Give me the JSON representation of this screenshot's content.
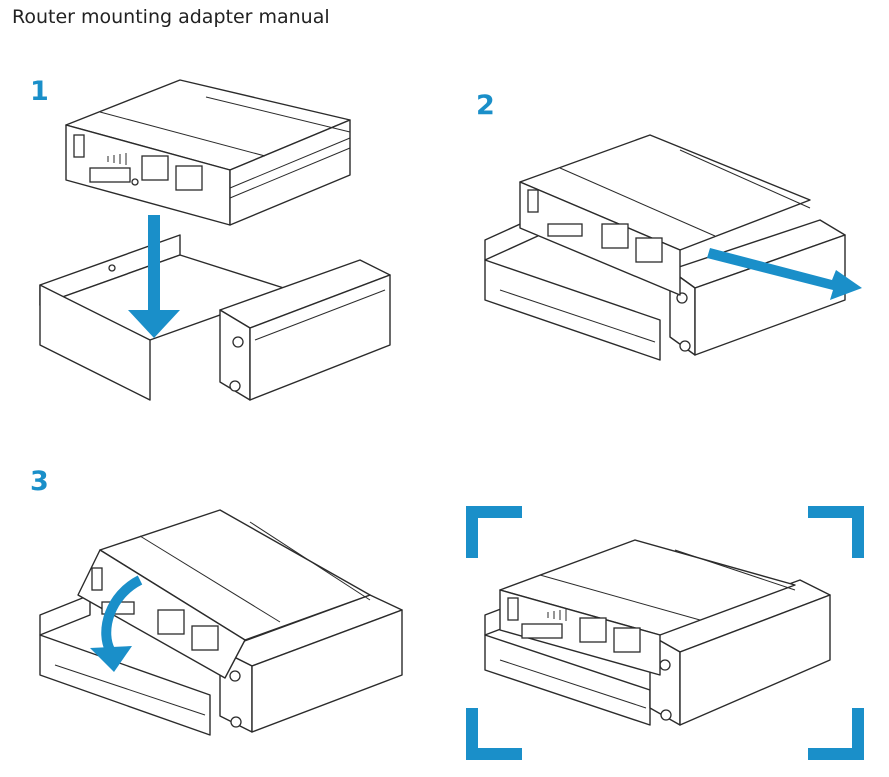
{
  "page": {
    "title": "Router mounting adapter manual"
  },
  "steps": [
    {
      "number": "1",
      "arrow": "down"
    },
    {
      "number": "2",
      "arrow": "right"
    },
    {
      "number": "3",
      "arrow": "curved-down"
    },
    {
      "number": "",
      "arrow": "none",
      "frame": "corner-brackets"
    }
  ],
  "colors": {
    "accent": "#1a8fc9",
    "line": "#2b2b2b"
  }
}
